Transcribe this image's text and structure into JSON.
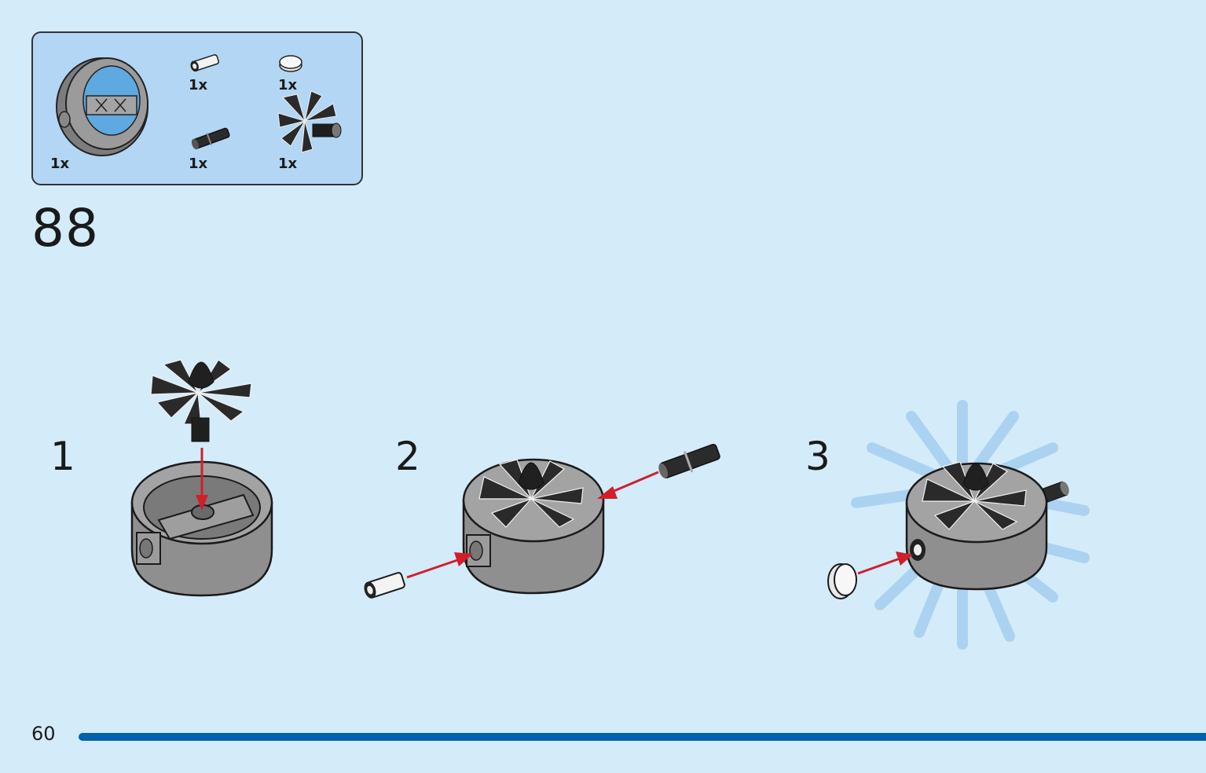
{
  "step": {
    "number": "88"
  },
  "parts_list": [
    {
      "name": "wheel-hub",
      "quantity": "1x"
    },
    {
      "name": "short-connector-pin",
      "quantity": "1x"
    },
    {
      "name": "round-tile",
      "quantity": "1x"
    },
    {
      "name": "axle-pin",
      "quantity": "1x"
    },
    {
      "name": "turbine-fan",
      "quantity": "1x"
    }
  ],
  "substeps": [
    {
      "label": "1"
    },
    {
      "label": "2"
    },
    {
      "label": "3"
    }
  ],
  "footer": {
    "page_number": "60"
  },
  "colors": {
    "background": "#d4ebfa",
    "parts_box": "#b2d6f4",
    "part_gray": "#9a9a9a",
    "part_black": "#222222",
    "arrow_red": "#d11f2a",
    "page_bar": "#0061ad"
  }
}
